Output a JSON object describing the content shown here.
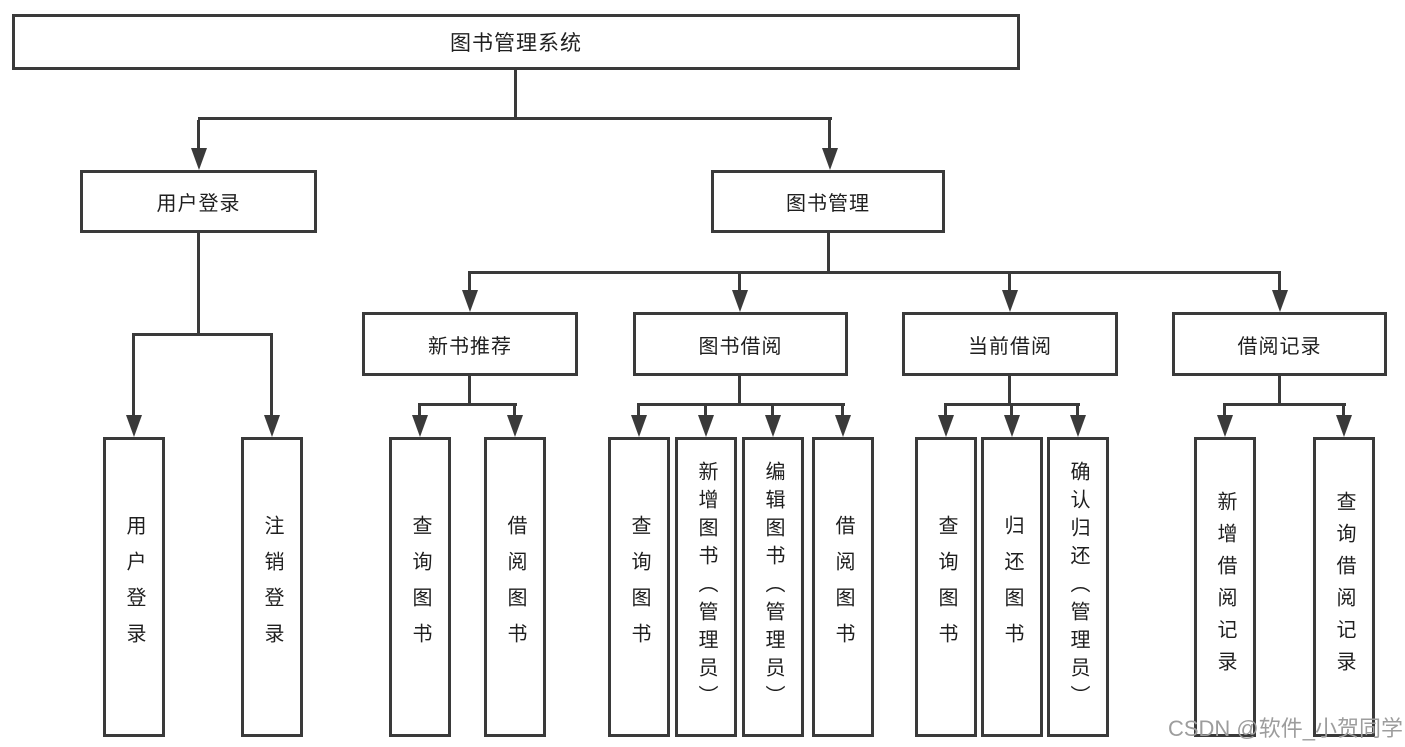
{
  "diagram": {
    "root": {
      "label": "图书管理系统"
    },
    "level2": {
      "user_login": {
        "label": "用户登录"
      },
      "book_mgmt": {
        "label": "图书管理"
      }
    },
    "level3": {
      "new_book_rec": {
        "label": "新书推荐"
      },
      "book_borrow": {
        "label": "图书借阅"
      },
      "current_borrow": {
        "label": "当前借阅"
      },
      "borrow_record": {
        "label": "借阅记录"
      }
    },
    "leaves": {
      "user_login": {
        "label": "用户登录"
      },
      "logout": {
        "label": "注销登录"
      },
      "query_book_new": {
        "label": "查询图书"
      },
      "borrow_book_new": {
        "label": "借阅图书"
      },
      "query_book_borrow": {
        "label": "查询图书"
      },
      "add_book": {
        "label": "新增图书（管理员）"
      },
      "edit_book": {
        "label": "编辑图书（管理员）"
      },
      "borrow_book_borrow": {
        "label": "借阅图书"
      },
      "query_book_current": {
        "label": "查询图书"
      },
      "return_book": {
        "label": "归还图书"
      },
      "confirm_return": {
        "label": "确认归还（管理员）"
      },
      "add_borrow_record": {
        "label": "新增借阅记录"
      },
      "query_borrow_record": {
        "label": "查询借阅记录"
      }
    }
  },
  "watermark": {
    "text": "CSDN @软件_小贺同学"
  },
  "colors": {
    "line": "#3a3a3a",
    "text": "#1f1f1f",
    "box_background": "#ffffff",
    "page_background": "#ffffff",
    "watermark": "#9d9d9d"
  }
}
